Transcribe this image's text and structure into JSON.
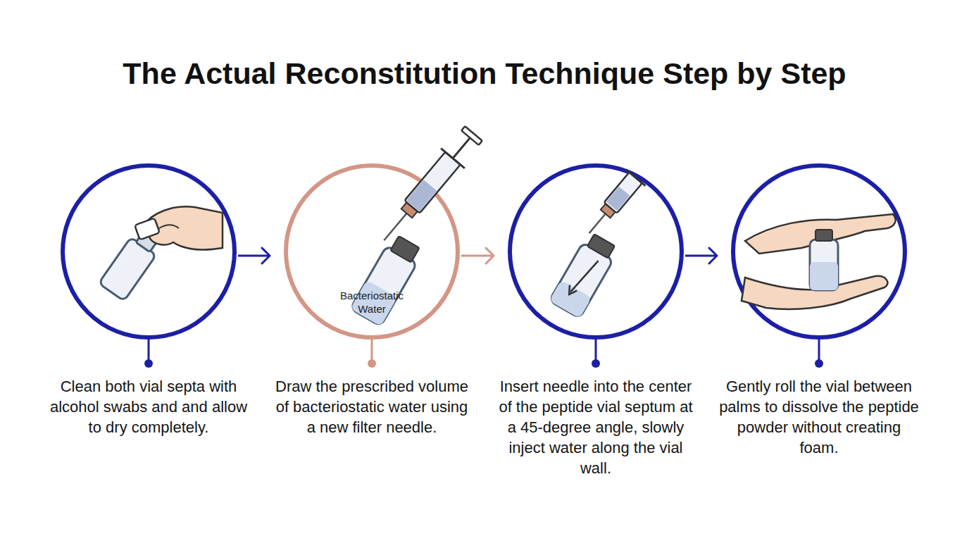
{
  "diagram": {
    "title": "The Actual Reconstitution Technique Step by Step",
    "nodes": [
      {
        "text": [
          "Clean both vial septa with alcohol swabs and and allow to dry completely."
        ]
      },
      {
        "text": [
          "Bacteriostatic Water",
          "Draw the prescribed volume of bacteriostatic water using a new filter needle."
        ]
      },
      {
        "text": [
          "Insert needle into the center of the peptide vial septum at a 45-degree angle, slowly inject water along the vial wall."
        ]
      },
      {
        "text": [
          "Gently roll the vial between palms to dissolve the peptide powder without creating foam."
        ]
      }
    ],
    "edges": [
      {
        "from": 0,
        "to": 1,
        "arrow": "to"
      },
      {
        "from": 1,
        "to": 2,
        "arrow": "to"
      },
      {
        "from": 2,
        "to": 3,
        "arrow": "to"
      }
    ]
  }
}
